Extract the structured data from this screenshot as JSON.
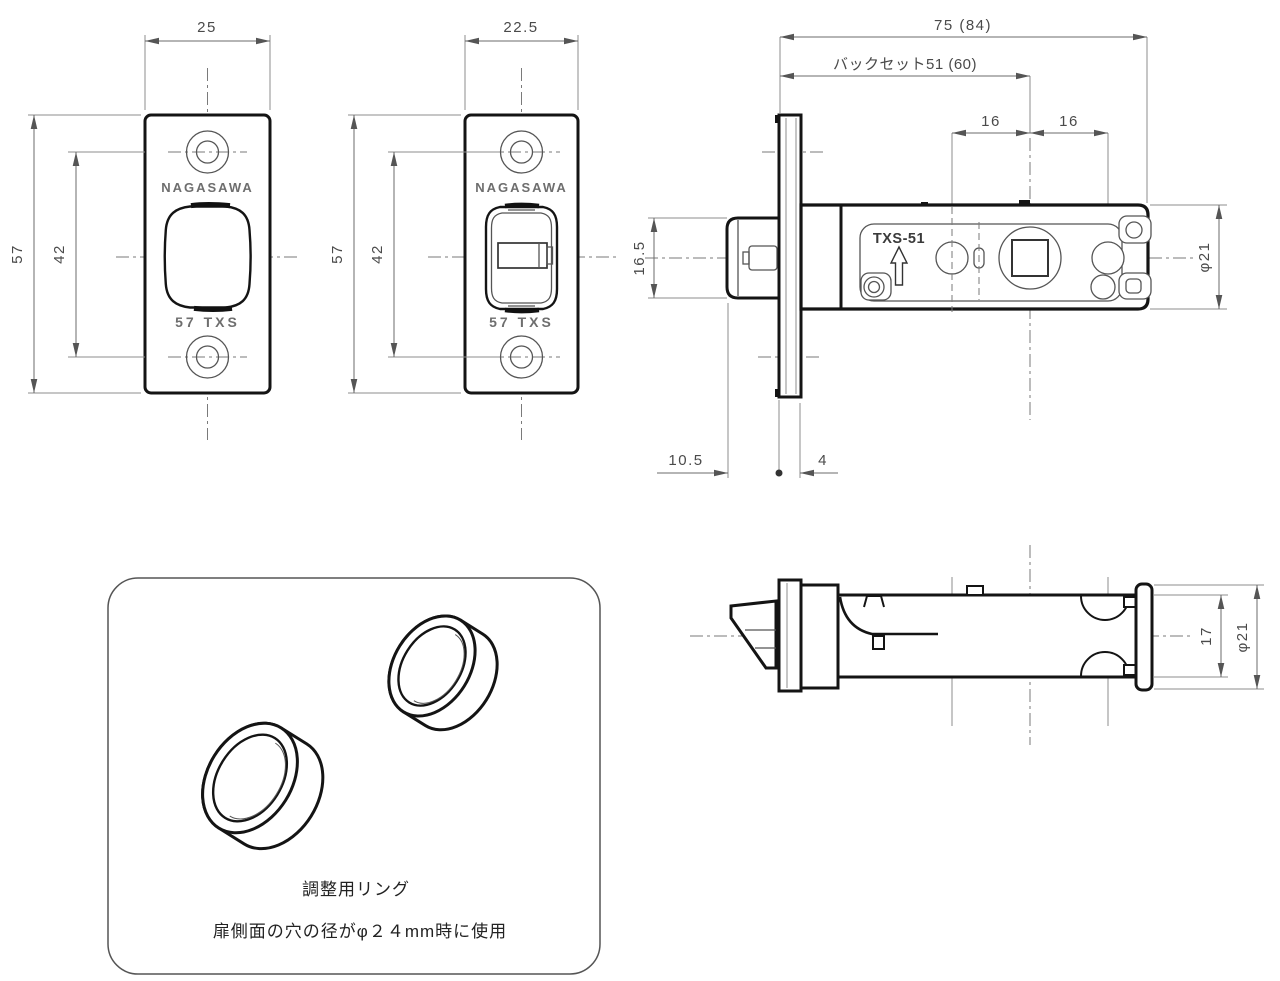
{
  "views": {
    "plate25": {
      "width": "25",
      "height": "57",
      "pitch": "42",
      "brand": "NAGASAWA",
      "engrave": "57 TXS"
    },
    "plate225": {
      "width": "22.5",
      "height": "57",
      "pitch": "42",
      "brand": "NAGASAWA",
      "engrave": "57 TXS"
    },
    "side": {
      "overall": "75 (84)",
      "backset": "バックセット51 (60)",
      "seg_left": "16",
      "seg_right": "16",
      "bolt_height": "16.5",
      "body_dia": "φ21",
      "bolt_projection": "10.5",
      "plate_offset": "4",
      "model": "TXS-51"
    },
    "top": {
      "tube_width": "17",
      "body_dia": "φ21"
    },
    "ringbox": {
      "title": "調整用リング",
      "note": "扉側面の穴の径がφ２４mm時に使用"
    }
  }
}
